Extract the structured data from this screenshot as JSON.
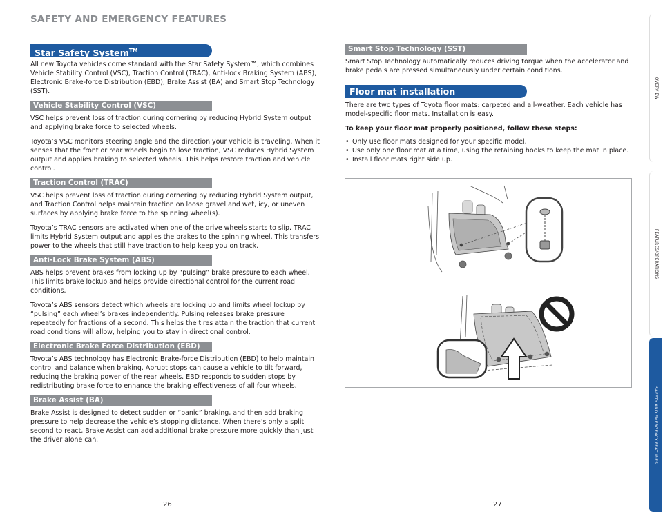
{
  "header": {
    "title": "SAFETY AND EMERGENCY FEATURES"
  },
  "left": {
    "star": {
      "heading": "Star Safety System",
      "heading_tm": "TM",
      "body": "All new Toyota vehicles come standard with the Star Safety System™, which combines Vehicle Stability Control (VSC), Traction Control (TRAC), Anti-lock Braking System (ABS), Electronic Brake-force Distribution (EBD), Brake Assist (BA) and Smart Stop Technology (SST)."
    },
    "vsc": {
      "heading": "Vehicle Stability Control (VSC)",
      "p1": "VSC helps prevent loss of traction during cornering by reducing Hybrid System output and applying brake force to selected wheels.",
      "p2": "Toyota’s VSC monitors steering angle and the direction your vehicle is traveling. When it senses that the front or rear wheels begin to lose traction, VSC reduces Hybrid System output and applies braking to selected wheels. This helps restore traction and vehicle control."
    },
    "trac": {
      "heading": "Traction Control (TRAC)",
      "p1": "VSC helps prevent loss of traction during cornering by reducing Hybrid System output, and Traction Control helps maintain traction on loose gravel and wet, icy, or uneven surfaces by applying brake force to the spinning wheel(s).",
      "p2": "Toyota’s TRAC sensors are activated when one of the drive wheels starts to slip. TRAC limits Hybrid System output and applies the brakes to the spinning wheel. This transfers power to the wheels that still have traction to help keep you on track."
    },
    "abs": {
      "heading": "Anti-Lock Brake System (ABS)",
      "p1": "ABS helps prevent brakes from locking up by “pulsing” brake pressure to each wheel. This limits brake lockup and helps provide directional control for the current road conditions.",
      "p2": "Toyota’s ABS sensors detect which wheels are locking up and limits wheel lockup by “pulsing” each wheel’s brakes independently. Pulsing releases brake pressure repeatedly for fractions of a second. This helps the tires attain the traction that current road conditions will allow, helping you to stay in directional control."
    },
    "ebd": {
      "heading": "Electronic Brake Force Distribution (EBD)",
      "p1": "Toyota’s ABS technology has Electronic Brake-force Distribution (EBD) to help maintain control and balance when braking. Abrupt stops can cause a vehicle to tilt forward, reducing the braking power of the rear wheels. EBD responds to sudden stops by redistributing brake force to enhance the braking effectiveness of all four wheels."
    },
    "ba": {
      "heading": "Brake Assist (BA)",
      "p1": "Brake Assist is designed to detect sudden or “panic” braking, and then add braking pressure to help decrease the vehicle’s stopping distance. When there’s only a split second to react, Brake Assist can add additional brake pressure more quickly than just the driver alone can."
    }
  },
  "right": {
    "sst": {
      "heading": "Smart Stop Technology (SST)",
      "p1": "Smart Stop Technology automatically reduces driving torque when the accelerator and brake pedals are pressed simultaneously under certain conditions."
    },
    "floormat": {
      "heading": "Floor mat installation",
      "p1": "There are two types of Toyota floor mats: carpeted and all-weather. Each vehicle has model-specific floor mats. Installation is easy.",
      "steps_title": "To keep your floor mat properly positioned, follow these steps:",
      "steps": [
        "Only use floor mats designed for your specific model.",
        "Use only one floor mat at a time, using the retaining hooks to keep the mat in place.",
        "Install floor mats right side up."
      ]
    }
  },
  "side_tabs": [
    {
      "label": "OVERVIEW",
      "bg": "#ffffff",
      "fg": "#231f20"
    },
    {
      "label": "FEATURES/OPERATIONS",
      "bg": "#ffffff",
      "fg": "#231f20"
    },
    {
      "label": "SAFETY AND EMERGENCY FEATURES",
      "bg": "#1e5aa0",
      "fg": "#ffffff"
    }
  ],
  "page_numbers": {
    "left": "26",
    "right": "27"
  },
  "colors": {
    "accent_blue": "#1e5aa0",
    "gray_bar": "#8c8f93",
    "header_gray": "#8a8d91"
  },
  "illustration": {
    "icon": "floor-mat-installation-illustration",
    "prohibited_icon": "no-symbol-icon"
  }
}
